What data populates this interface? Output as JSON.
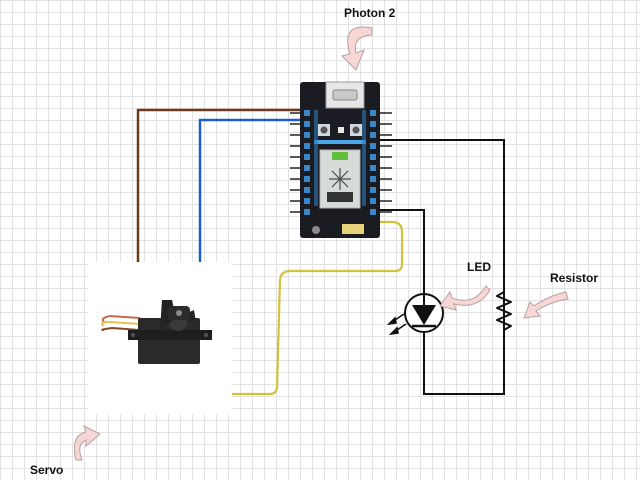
{
  "labels": {
    "photon": "Photon 2",
    "led": "LED",
    "resistor": "Resistor",
    "servo": "Servo"
  },
  "colors": {
    "wire_brown": "#6b3a1e",
    "wire_blue": "#1a5fd1",
    "wire_yellow": "#d1c23a",
    "wire_black": "#111111",
    "arrow_fill": "#f7d6d6",
    "arrow_stroke": "#b8a0a0",
    "board": "#1b1c22",
    "board_accent": "#4aa8e8"
  },
  "icons": {
    "board": "photon2-board-icon",
    "servo": "servo-motor-icon",
    "led": "led-symbol-icon",
    "resistor": "resistor-symbol-icon",
    "callout": "curved-arrow-icon"
  }
}
